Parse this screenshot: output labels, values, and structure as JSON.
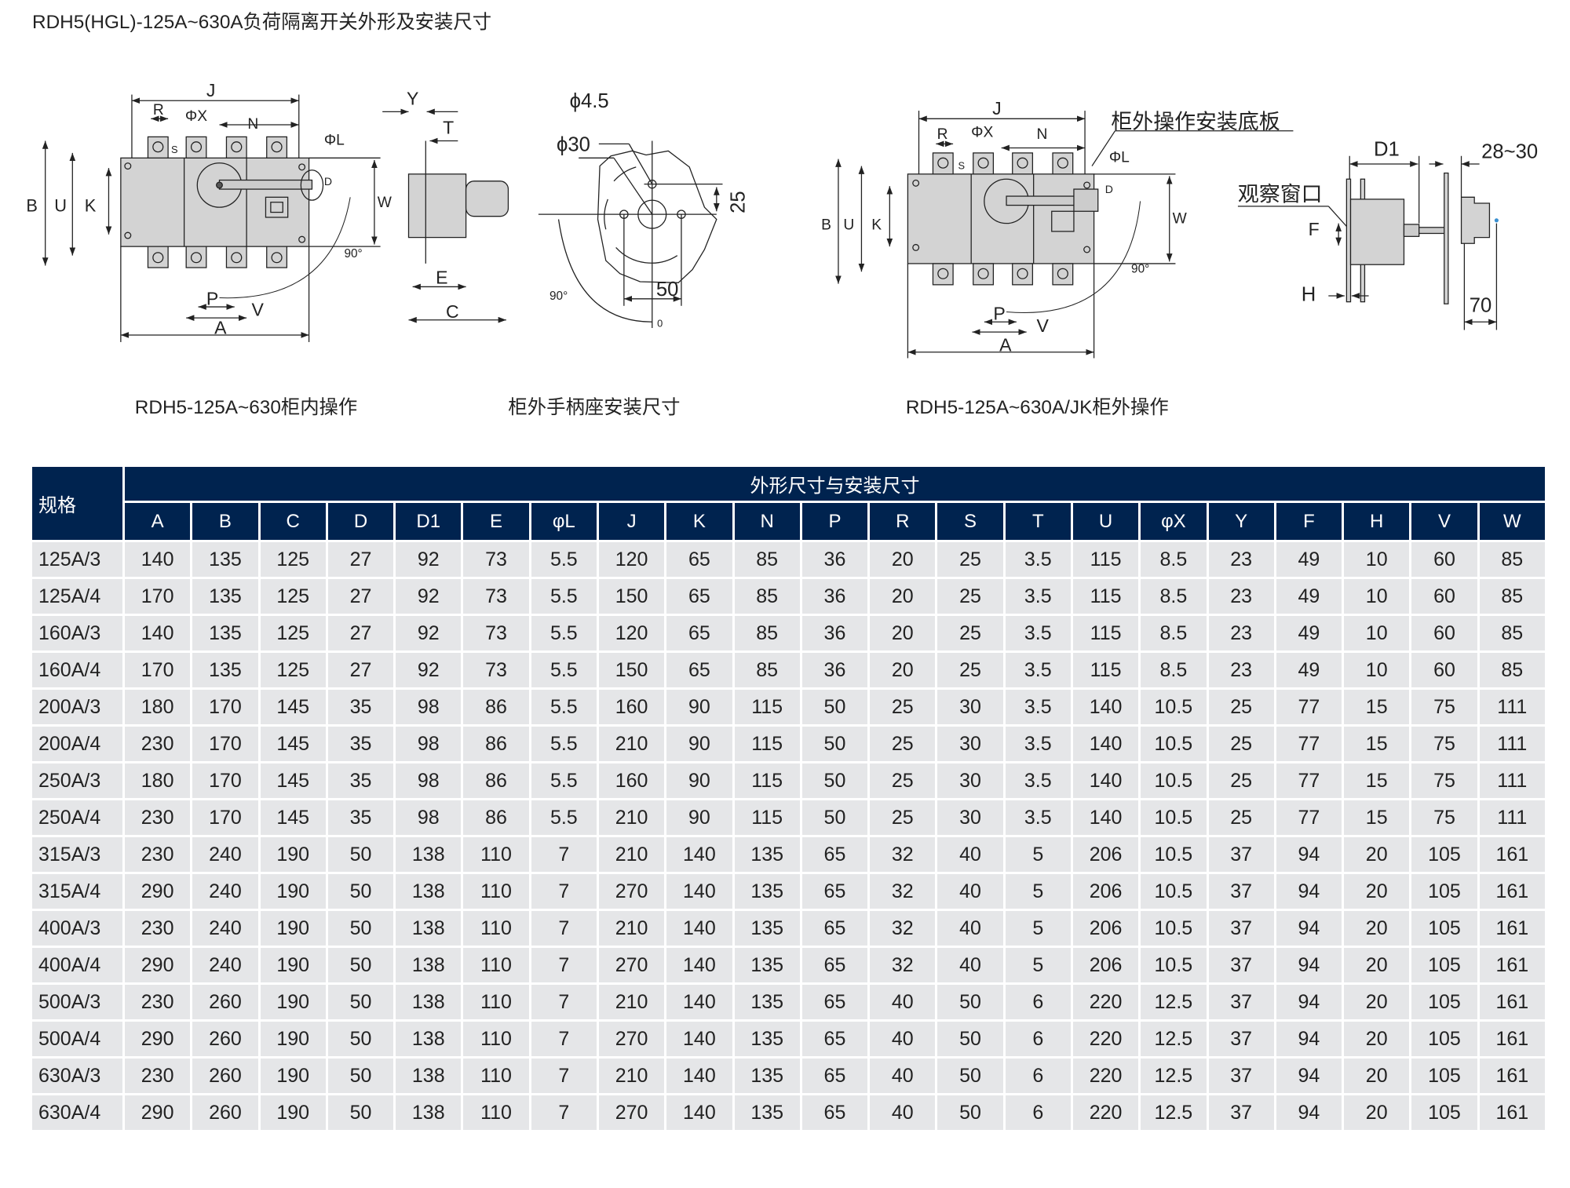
{
  "title": "RDH5(HGL)-125A~630A负荷隔离开关外形及安装尺寸",
  "diagram1": {
    "caption": "RDH5-125A~630柜内操作",
    "labels": {
      "J": "J",
      "R": "R",
      "PhiX": "ΦX",
      "N": "N",
      "PhiL": "ΦL",
      "S": "S",
      "D": "D",
      "B": "B",
      "U": "U",
      "K": "K",
      "W": "W",
      "angle": "90°",
      "P": "P",
      "V": "V",
      "A": "A",
      "Y": "Y",
      "T": "T",
      "E": "E",
      "C": "C"
    }
  },
  "diagram2": {
    "caption": "柜外手柄座安装尺寸",
    "labels": {
      "hole": "ϕ4.5",
      "center": "ϕ30",
      "d25": "25",
      "d50": "50",
      "angle": "90°",
      "zero": "0"
    }
  },
  "diagram3": {
    "caption": "RDH5-125A~630A/JK柜外操作",
    "labels": {
      "J": "J",
      "R": "R",
      "PhiX": "ΦX",
      "N": "N",
      "PhiL": "ΦL",
      "S": "S",
      "D": "D",
      "B": "B",
      "U": "U",
      "K": "K",
      "W": "W",
      "angle": "90°",
      "P": "P",
      "V": "V",
      "A": "A",
      "plate": "柜外操作安装底板",
      "D1": "D1",
      "range": "28~30",
      "window": "观察窗口",
      "F": "F",
      "H": "H",
      "d70": "70"
    }
  },
  "table": {
    "spec_header": "规格",
    "group_header": "外形尺寸与安装尺寸",
    "columns": [
      "A",
      "B",
      "C",
      "D",
      "D1",
      "E",
      "φL",
      "J",
      "K",
      "N",
      "P",
      "R",
      "S",
      "T",
      "U",
      "φX",
      "Y",
      "F",
      "H",
      "V",
      "W"
    ],
    "rows": [
      [
        "125A/3",
        "140",
        "135",
        "125",
        "27",
        "92",
        "73",
        "5.5",
        "120",
        "65",
        "85",
        "36",
        "20",
        "25",
        "3.5",
        "115",
        "8.5",
        "23",
        "49",
        "10",
        "60",
        "85"
      ],
      [
        "125A/4",
        "170",
        "135",
        "125",
        "27",
        "92",
        "73",
        "5.5",
        "150",
        "65",
        "85",
        "36",
        "20",
        "25",
        "3.5",
        "115",
        "8.5",
        "23",
        "49",
        "10",
        "60",
        "85"
      ],
      [
        "160A/3",
        "140",
        "135",
        "125",
        "27",
        "92",
        "73",
        "5.5",
        "120",
        "65",
        "85",
        "36",
        "20",
        "25",
        "3.5",
        "115",
        "8.5",
        "23",
        "49",
        "10",
        "60",
        "85"
      ],
      [
        "160A/4",
        "170",
        "135",
        "125",
        "27",
        "92",
        "73",
        "5.5",
        "150",
        "65",
        "85",
        "36",
        "20",
        "25",
        "3.5",
        "115",
        "8.5",
        "23",
        "49",
        "10",
        "60",
        "85"
      ],
      [
        "200A/3",
        "180",
        "170",
        "145",
        "35",
        "98",
        "86",
        "5.5",
        "160",
        "90",
        "115",
        "50",
        "25",
        "30",
        "3.5",
        "140",
        "10.5",
        "25",
        "77",
        "15",
        "75",
        "111"
      ],
      [
        "200A/4",
        "230",
        "170",
        "145",
        "35",
        "98",
        "86",
        "5.5",
        "210",
        "90",
        "115",
        "50",
        "25",
        "30",
        "3.5",
        "140",
        "10.5",
        "25",
        "77",
        "15",
        "75",
        "111"
      ],
      [
        "250A/3",
        "180",
        "170",
        "145",
        "35",
        "98",
        "86",
        "5.5",
        "160",
        "90",
        "115",
        "50",
        "25",
        "30",
        "3.5",
        "140",
        "10.5",
        "25",
        "77",
        "15",
        "75",
        "111"
      ],
      [
        "250A/4",
        "230",
        "170",
        "145",
        "35",
        "98",
        "86",
        "5.5",
        "210",
        "90",
        "115",
        "50",
        "25",
        "30",
        "3.5",
        "140",
        "10.5",
        "25",
        "77",
        "15",
        "75",
        "111"
      ],
      [
        "315A/3",
        "230",
        "240",
        "190",
        "50",
        "138",
        "110",
        "7",
        "210",
        "140",
        "135",
        "65",
        "32",
        "40",
        "5",
        "206",
        "10.5",
        "37",
        "94",
        "20",
        "105",
        "161"
      ],
      [
        "315A/4",
        "290",
        "240",
        "190",
        "50",
        "138",
        "110",
        "7",
        "270",
        "140",
        "135",
        "65",
        "32",
        "40",
        "5",
        "206",
        "10.5",
        "37",
        "94",
        "20",
        "105",
        "161"
      ],
      [
        "400A/3",
        "230",
        "240",
        "190",
        "50",
        "138",
        "110",
        "7",
        "210",
        "140",
        "135",
        "65",
        "32",
        "40",
        "5",
        "206",
        "10.5",
        "37",
        "94",
        "20",
        "105",
        "161"
      ],
      [
        "400A/4",
        "290",
        "240",
        "190",
        "50",
        "138",
        "110",
        "7",
        "270",
        "140",
        "135",
        "65",
        "32",
        "40",
        "5",
        "206",
        "10.5",
        "37",
        "94",
        "20",
        "105",
        "161"
      ],
      [
        "500A/3",
        "230",
        "260",
        "190",
        "50",
        "138",
        "110",
        "7",
        "210",
        "140",
        "135",
        "65",
        "40",
        "50",
        "6",
        "220",
        "12.5",
        "37",
        "94",
        "20",
        "105",
        "161"
      ],
      [
        "500A/4",
        "290",
        "260",
        "190",
        "50",
        "138",
        "110",
        "7",
        "270",
        "140",
        "135",
        "65",
        "40",
        "50",
        "6",
        "220",
        "12.5",
        "37",
        "94",
        "20",
        "105",
        "161"
      ],
      [
        "630A/3",
        "230",
        "260",
        "190",
        "50",
        "138",
        "110",
        "7",
        "210",
        "140",
        "135",
        "65",
        "40",
        "50",
        "6",
        "220",
        "12.5",
        "37",
        "94",
        "20",
        "105",
        "161"
      ],
      [
        "630A/4",
        "290",
        "260",
        "190",
        "50",
        "138",
        "110",
        "7",
        "270",
        "140",
        "135",
        "65",
        "40",
        "50",
        "6",
        "220",
        "12.5",
        "37",
        "94",
        "20",
        "105",
        "161"
      ]
    ]
  },
  "colors": {
    "header_bg": "#00234f",
    "row_bg": "#e5e6e8",
    "body_gray": "#d3d3d3"
  }
}
